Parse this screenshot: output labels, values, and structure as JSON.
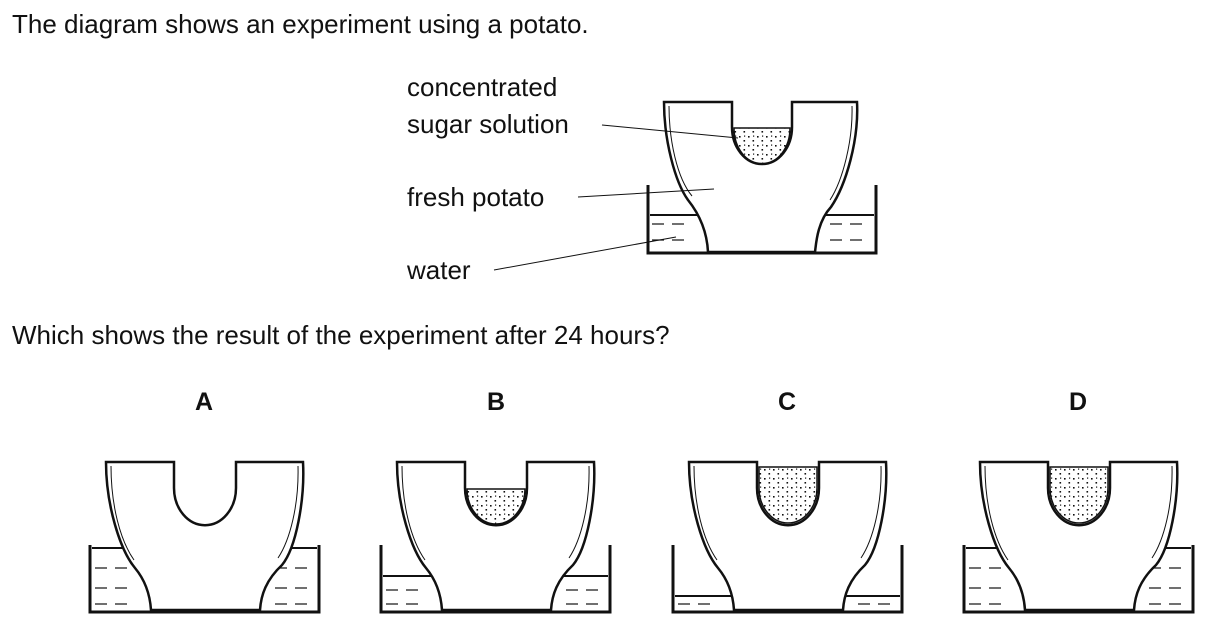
{
  "intro": "The diagram shows an experiment using a potato.",
  "labels": {
    "sugar_line1": "concentrated",
    "sugar_line2": "sugar solution",
    "potato": "fresh potato",
    "water": "water"
  },
  "question": "Which shows the result of the experiment after 24 hours?",
  "options": [
    {
      "label": "A",
      "well_filled": false,
      "water_level": "high"
    },
    {
      "label": "B",
      "well_filled": true,
      "water_level": "low"
    },
    {
      "label": "C",
      "well_filled": true,
      "water_level": "very-low"
    },
    {
      "label": "D",
      "well_filled": true,
      "water_level": "high"
    }
  ]
}
